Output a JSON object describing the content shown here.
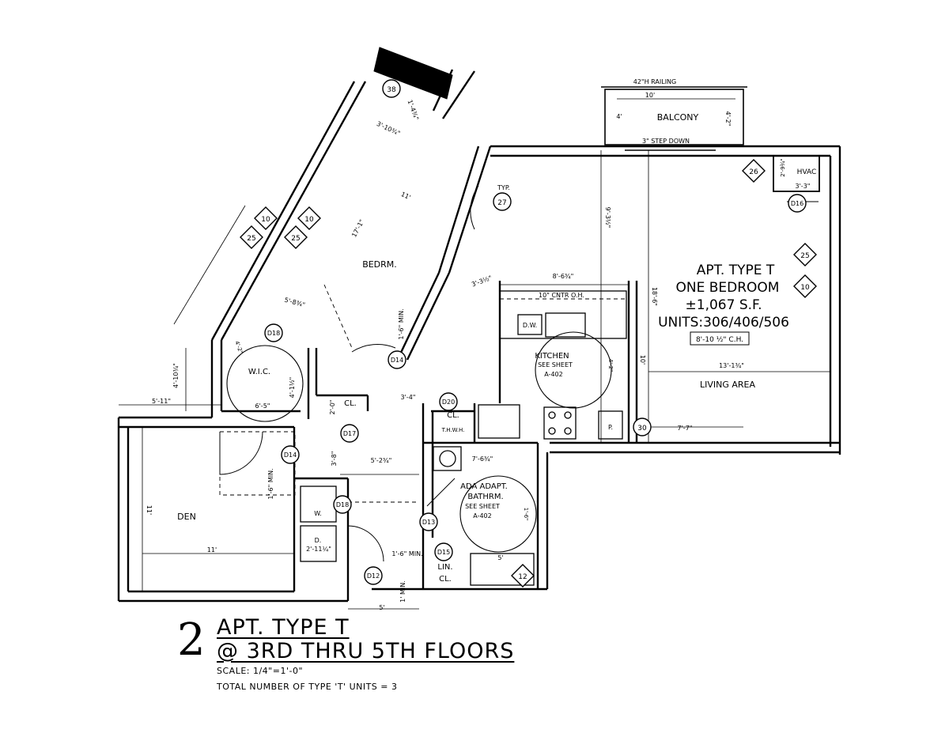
{
  "drawing": {
    "number": "2",
    "title_line1": "APT. TYPE T",
    "title_line2": "@ 3RD THRU 5TH FLOORS",
    "scale": "SCALE: 1/4\"=1'-0\"",
    "total_units": "TOTAL NUMBER OF TYPE 'T' UNITS = 3"
  },
  "unit_info": {
    "line1": "APT. TYPE T",
    "line2": "ONE BEDROOM",
    "line3": "±1,067 S.F.",
    "line4": "UNITS:306/406/506",
    "ceiling": "8'-10 ½\" C.H."
  },
  "rooms": {
    "bedroom": "BEDRM.",
    "wic": "W.I.C.",
    "closet": "CL.",
    "closet2": "CL.",
    "kitchen": "KITCHEN",
    "kitchen_ref1": "SEE SHEET",
    "kitchen_ref2": "A-402",
    "living": "LIVING AREA",
    "den": "DEN",
    "bath1": "ADA ADAPT.",
    "bath2": "BATHRM.",
    "bath_ref1": "SEE SHEET",
    "bath_ref2": "A-402",
    "linen1": "LIN.",
    "linen2": "CL.",
    "balcony": "BALCONY",
    "hvac": "HVAC",
    "thwh": "T.H.W.H.",
    "dw": "D.W.",
    "pantry": "P.",
    "washer": "W.",
    "dryer": "D."
  },
  "notes": {
    "railing": "42\"H RAILING",
    "step_down": "3\" STEP DOWN",
    "counter": "10\" CNTR O.H.",
    "typ": "TYP."
  },
  "dimensions": {
    "balcony_w": "10'",
    "balcony_h": "4'",
    "bal_side": "4'-2\"",
    "bed_top": "3'-10¾\"",
    "bed_w": "11'",
    "bed_len": "17'-1\"",
    "bed_side": "1'-4¾\"",
    "bed_door": "3'-3½\"",
    "kit_w": "8'-6¾\"",
    "kit_h": "9'-3½\"",
    "liv_h": "18'-6\"",
    "liv_w": "13'-1¾\"",
    "kit_depth": "10'",
    "wic_w": "5'-8¾\"",
    "wic_side": "4'-10¾\"",
    "wic_in": "4'-1½\"",
    "wic_bot": "6'-5\"",
    "den_top": "5'-11\"",
    "den_w": "11'",
    "den_h": "11'",
    "cl_w": "2'-0\"",
    "hall": "3'-4\"",
    "hall2": "3'-8\"",
    "bath_w": "5'-2¾\"",
    "bath_in": "7'-6¾\"",
    "bath_d": "5'",
    "laundry": "2'-11¼\"",
    "min1": "1'-6\" MIN.",
    "min2": "1'-6\" MIN.",
    "min3": "1'-6\" MIN.",
    "min4": "1' MIN.",
    "hall_bot": "5'",
    "kit_bot": "7'-7\"",
    "hvac_w": "3'-3\"",
    "hvac_h": "2'-9¾\"",
    "wic_rad": "4'-2\"",
    "kit_rad": "4'-2\"",
    "bed_mid": "1'-6\" MIN.",
    "min_bath": "1'-6\""
  },
  "tags": {
    "t38": "38",
    "t10a": "10",
    "t10b": "10",
    "t25a": "25",
    "t25b": "25",
    "t27": "27",
    "t26": "26",
    "t25c": "25",
    "t10c": "10",
    "t12": "12",
    "t30": "30",
    "d16": "D16",
    "d18": "D18",
    "d14a": "D14",
    "d14b": "D14",
    "d17": "D17",
    "d20": "D20",
    "d13": "D13",
    "d15": "D15",
    "d12": "D12",
    "d19": "D18"
  }
}
